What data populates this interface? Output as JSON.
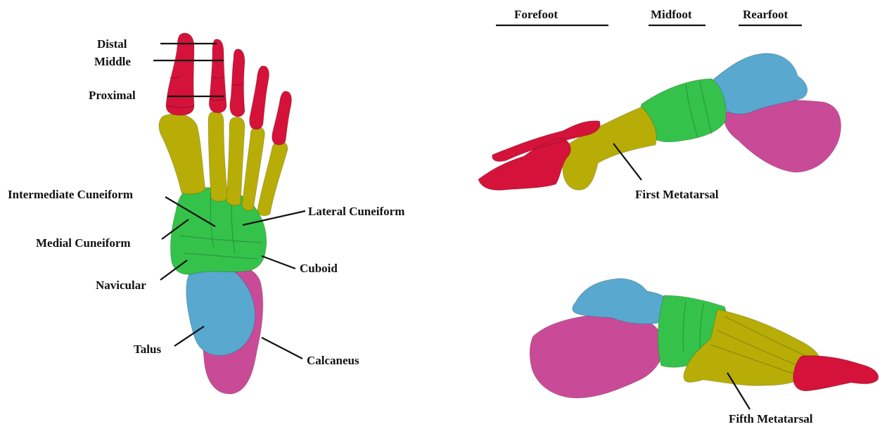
{
  "colors": {
    "phalanges": "#d4123a",
    "metatarsals": "#b8ad06",
    "midfoot": "#35c24b",
    "talus": "#58a8cf",
    "calcaneus": "#c94b98",
    "lines": "#111111"
  },
  "regions": {
    "forefoot": "Forefoot",
    "midfoot": "Midfoot",
    "rearfoot": "Rearfoot"
  },
  "labels": {
    "distal": "Distal",
    "middle": "Middle",
    "proximal": "Proximal",
    "intermediate_cuneiform": "Intermediate Cuneiform",
    "medial_cuneiform": "Medial Cuneiform",
    "navicular": "Navicular",
    "talus": "Talus",
    "lateral_cuneiform": "Lateral Cuneiform",
    "cuboid": "Cuboid",
    "calcaneus": "Calcaneus",
    "first_metatarsal": "First Metatarsal",
    "fifth_metatarsal": "Fifth Metatarsal"
  }
}
